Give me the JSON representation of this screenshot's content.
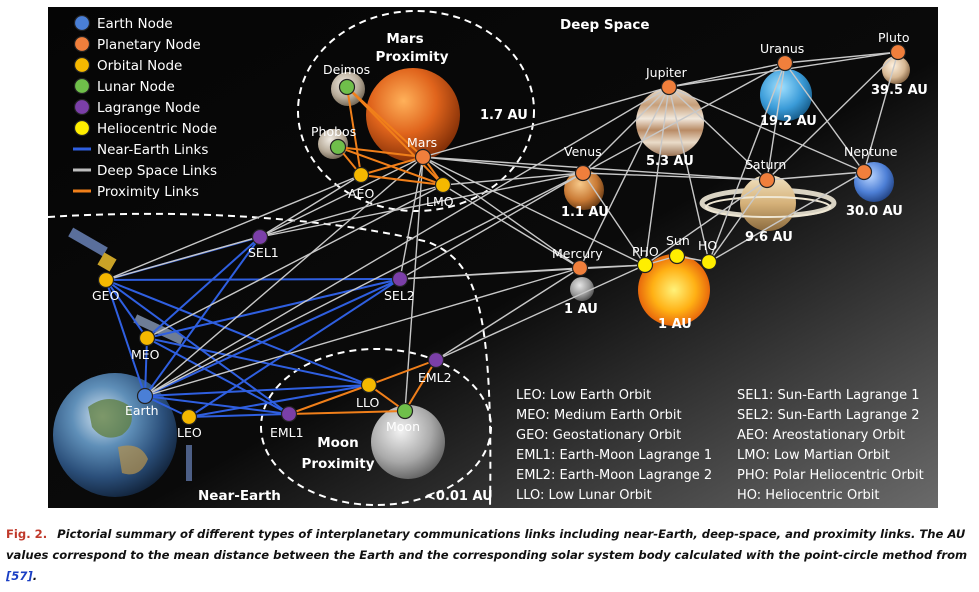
{
  "legend": [
    {
      "label": "Earth Node",
      "color": "#4a7fd6"
    },
    {
      "label": "Planetary Node",
      "color": "#f07f3c"
    },
    {
      "label": "Orbital Node",
      "color": "#f5b800"
    },
    {
      "label": "Lunar Node",
      "color": "#6fbf4a"
    },
    {
      "label": "Lagrange Node",
      "color": "#7b3fa8"
    },
    {
      "label": "Heliocentric Node",
      "color": "#ffee00"
    }
  ],
  "link_legend": [
    {
      "label": "Near-Earth Links",
      "color": "#2f5fe0"
    },
    {
      "label": "Deep Space Links",
      "color": "#bdbdbd"
    },
    {
      "label": "Proximity Links",
      "color": "#f07f1a"
    }
  ],
  "regions": {
    "deep_space": "Deep Space",
    "near_earth": "Near-Earth",
    "mars_proximity_1": "Mars",
    "mars_proximity_2": "Proximity",
    "moon_proximity_1": "Moon",
    "moon_proximity_2": "Proximity"
  },
  "distances": {
    "mars": "1.7 AU",
    "jupiter": "5.3 AU",
    "venus": "1.1 AU",
    "uranus": "19.2 AU",
    "pluto": "39.5 AU",
    "neptune": "30.0 AU",
    "saturn": "9.6 AU",
    "mercury": "1 AU",
    "sun": "1 AU",
    "moon": "<0.01 AU"
  },
  "node_labels": {
    "earth": "Earth",
    "geo": "GEO",
    "meo": "MEO",
    "leo": "LEO",
    "sel1": "SEL1",
    "sel2": "SEL2",
    "eml1": "EML1",
    "eml2": "EML2",
    "llo": "LLO",
    "moon": "Moon",
    "mars": "Mars",
    "deimos": "Deimos",
    "phobos": "Phobos",
    "aeo": "AEO",
    "lmo": "LMO",
    "venus": "Venus",
    "mercury": "Mercury",
    "pho": "PHO",
    "sun": "Sun",
    "ho": "HO",
    "jupiter": "Jupiter",
    "saturn": "Saturn",
    "uranus": "Uranus",
    "neptune": "Neptune",
    "pluto": "Pluto"
  },
  "abbreviations_left": [
    "LEO: Low Earth Orbit",
    "MEO: Medium Earth Orbit",
    "GEO: Geostationary Orbit",
    "EML1: Earth-Moon Lagrange 1",
    "EML2: Earth-Moon Lagrange 2",
    "LLO: Low Lunar Orbit"
  ],
  "abbreviations_right": [
    "SEL1: Sun-Earth Lagrange 1",
    "SEL2: Sun-Earth Lagrange 2",
    "AEO: Areostationary Orbit",
    "LMO: Low Martian Orbit",
    "PHO: Polar Heliocentric Orbit",
    "HO: Heliocentric Orbit"
  ],
  "caption": {
    "label": "Fig. 2.",
    "text": "Pictorial summary of different types of interplanetary communications links including near-Earth, deep-space, and proximity links. The AU values correspond to the mean distance between the Earth and the corresponding solar system body calculated with the point-circle method from ",
    "ref": "[57]",
    "end": "."
  }
}
